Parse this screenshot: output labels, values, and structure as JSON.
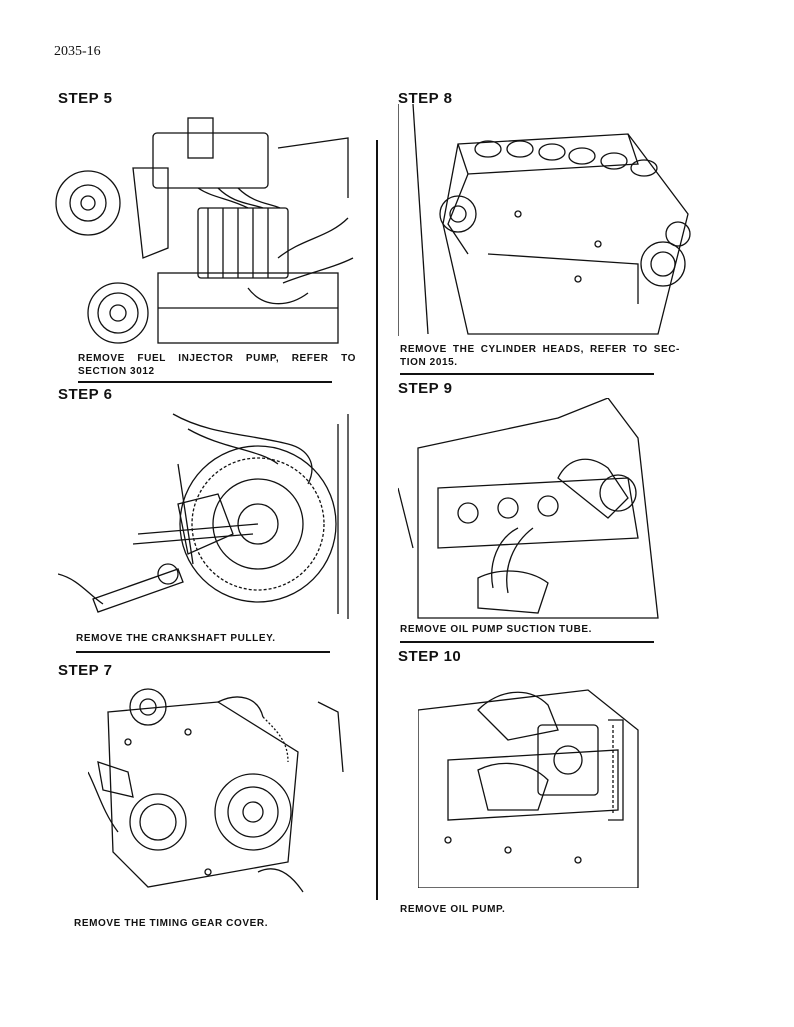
{
  "page": {
    "number": "2035-16"
  },
  "steps": [
    {
      "title": "STEP 5",
      "caption": "REMOVE FUEL INJECTOR PUMP, REFER TO SECTION 3012"
    },
    {
      "title": "STEP 6",
      "caption": "REMOVE THE CRANKSHAFT PULLEY."
    },
    {
      "title": "STEP 7",
      "caption": "REMOVE THE TIMING GEAR COVER."
    },
    {
      "title": "STEP 8",
      "caption": "REMOVE THE CYLINDER HEADS, REFER TO SEC-TION 2015."
    },
    {
      "title": "STEP 9",
      "caption": "REMOVE OIL PUMP SUCTION TUBE."
    },
    {
      "title": "STEP 10",
      "caption": "REMOVE OIL PUMP."
    }
  ]
}
